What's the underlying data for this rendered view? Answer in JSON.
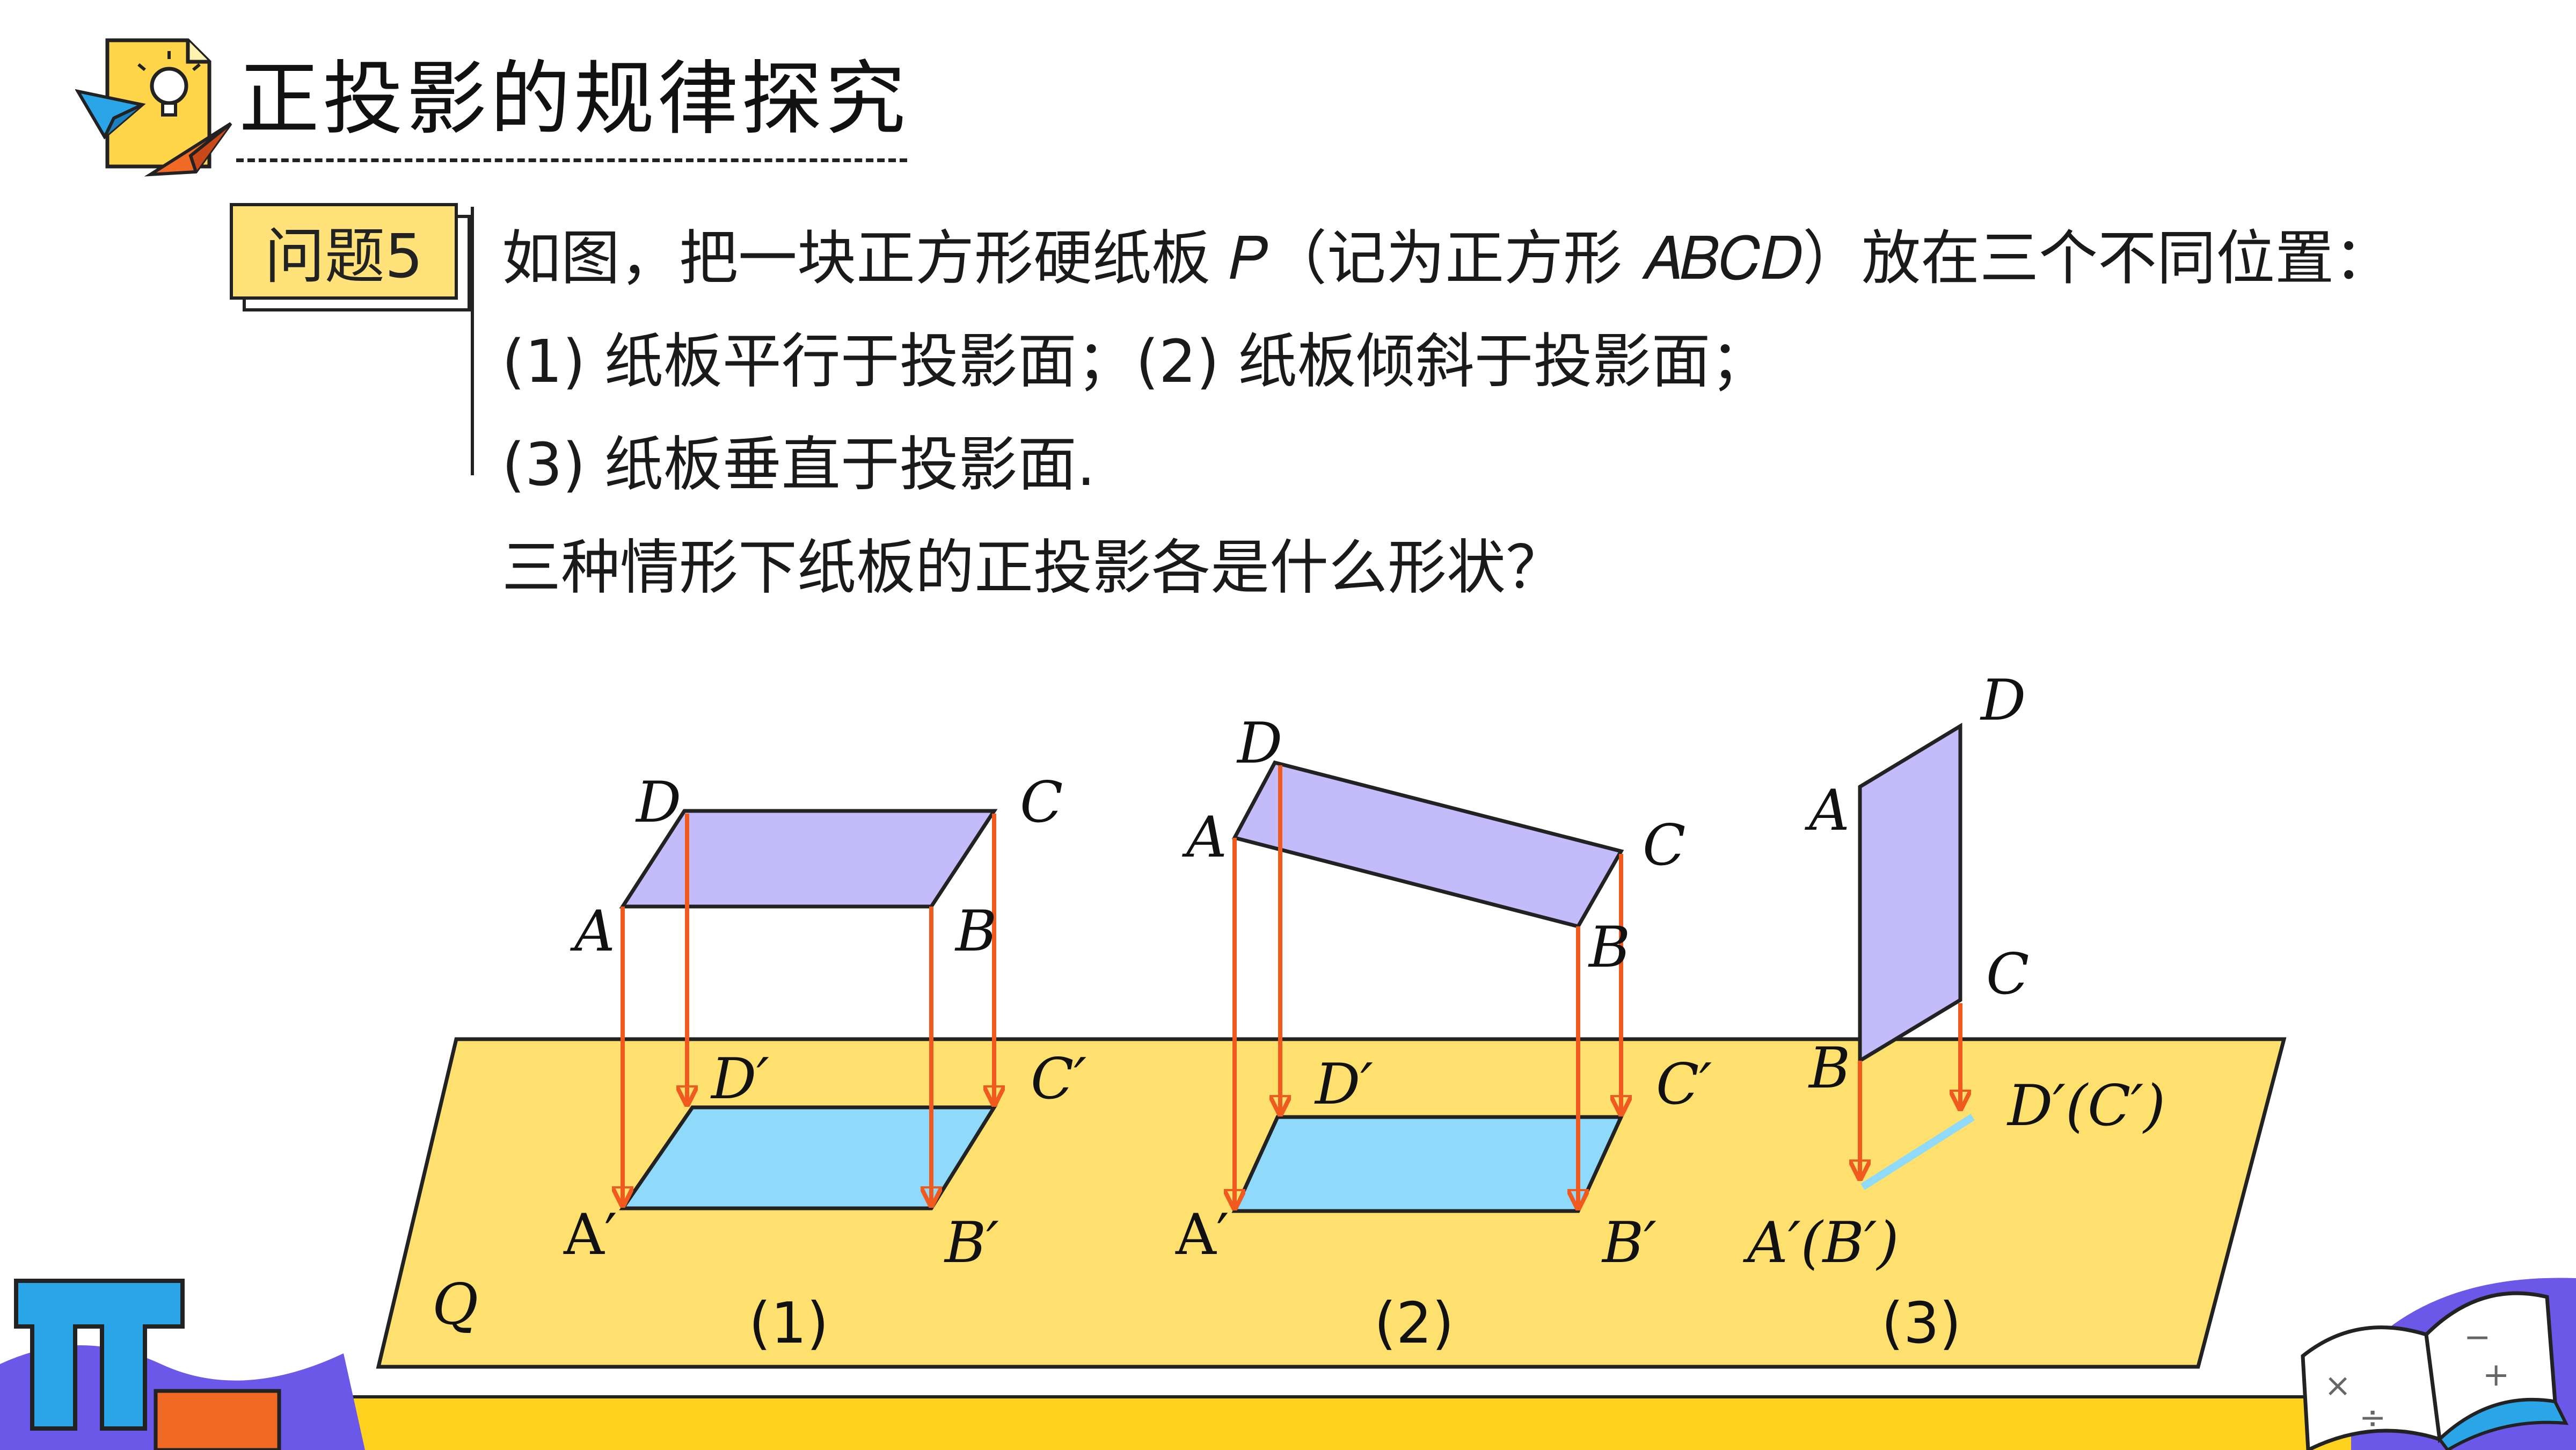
{
  "header": {
    "title": "正投影的规律探究"
  },
  "problem": {
    "tag": "问题5",
    "lines": [
      "如图，把一块正方形硬纸板 𝑃（记为正方形 𝐴𝐵𝐶𝐷）放在三个不同位置：",
      "(1) 纸板平行于投影面；(2) 纸板倾斜于投影面；",
      "(3) 纸板垂直于投影面.",
      "三种情形下纸板的正投影各是什么形状？"
    ]
  },
  "diagram": {
    "plane_label": "Q",
    "fig1": {
      "caption": "(1)",
      "D": "D",
      "C": "C",
      "A": "A",
      "B": "B",
      "Dp": "D′",
      "Cp": "C′",
      "Ap": "A′",
      "Bp": "B′"
    },
    "fig2": {
      "caption": "(2)",
      "D": "D",
      "A": "A",
      "C": "C",
      "B": "B",
      "Dp": "D′",
      "Cp": "C′",
      "Ap": "A′",
      "Bp": "B′"
    },
    "fig3": {
      "caption": "(3)",
      "D": "D",
      "A": "A",
      "C": "C",
      "B": "B",
      "DpCp": "D′(C′)",
      "ApBp": "A′(B′)"
    }
  },
  "colors": {
    "plane": "#fde06e",
    "board": "#c4bcfa",
    "projection": "#8fd9fa",
    "arrow": "#f05a1e",
    "bottom_bar": "#ffd21f",
    "tag": "#ffe27a"
  }
}
